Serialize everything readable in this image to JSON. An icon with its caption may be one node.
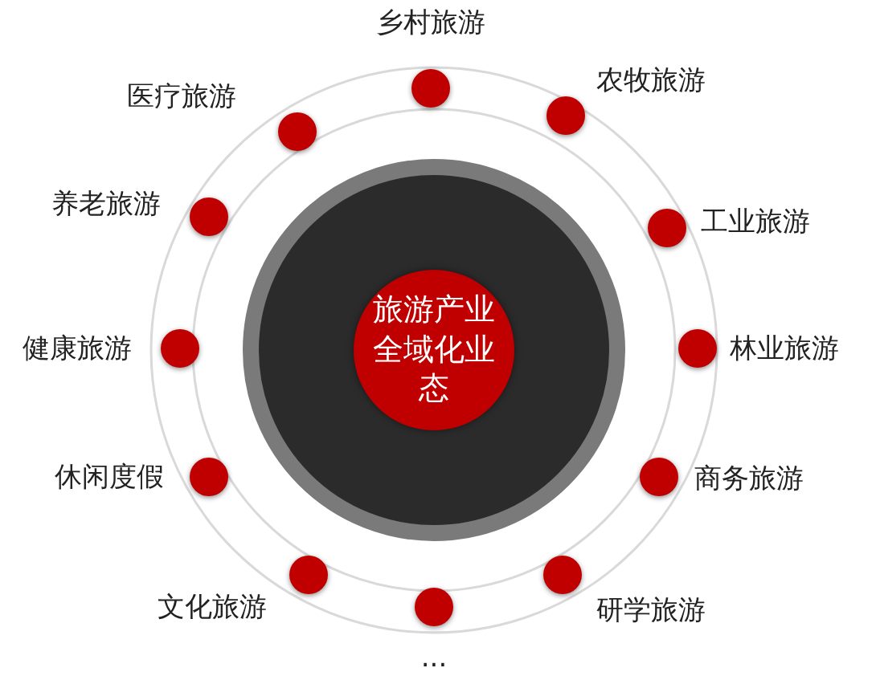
{
  "diagram": {
    "nodes": [
      {
        "text": [
          "旅游产业全域化业态"
        ]
      },
      {
        "text": [],
        "shape": "circle",
        "beside": [
          "乡村旅游"
        ]
      },
      {
        "text": [],
        "shape": "circle",
        "beside": [
          "农牧旅游"
        ]
      },
      {
        "text": [],
        "shape": "circle",
        "beside": [
          "工业旅游"
        ]
      },
      {
        "text": [],
        "shape": "circle",
        "beside": [
          "林业旅游"
        ]
      },
      {
        "text": [],
        "shape": "circle",
        "beside": [
          "商务旅游"
        ]
      },
      {
        "text": [],
        "shape": "circle",
        "beside": [
          "研学旅游"
        ]
      },
      {
        "text": [],
        "shape": "circle",
        "beside": [
          "..."
        ]
      },
      {
        "text": [],
        "shape": "circle",
        "beside": [
          "文化旅游"
        ]
      },
      {
        "text": [],
        "shape": "circle",
        "beside": [
          "休闲度假"
        ]
      },
      {
        "text": [],
        "shape": "circle",
        "beside": [
          "健康旅游"
        ]
      },
      {
        "text": [],
        "shape": "circle",
        "beside": [
          "养老旅游"
        ]
      },
      {
        "text": [],
        "shape": "circle",
        "beside": [
          "医疗旅游"
        ]
      }
    ]
  }
}
